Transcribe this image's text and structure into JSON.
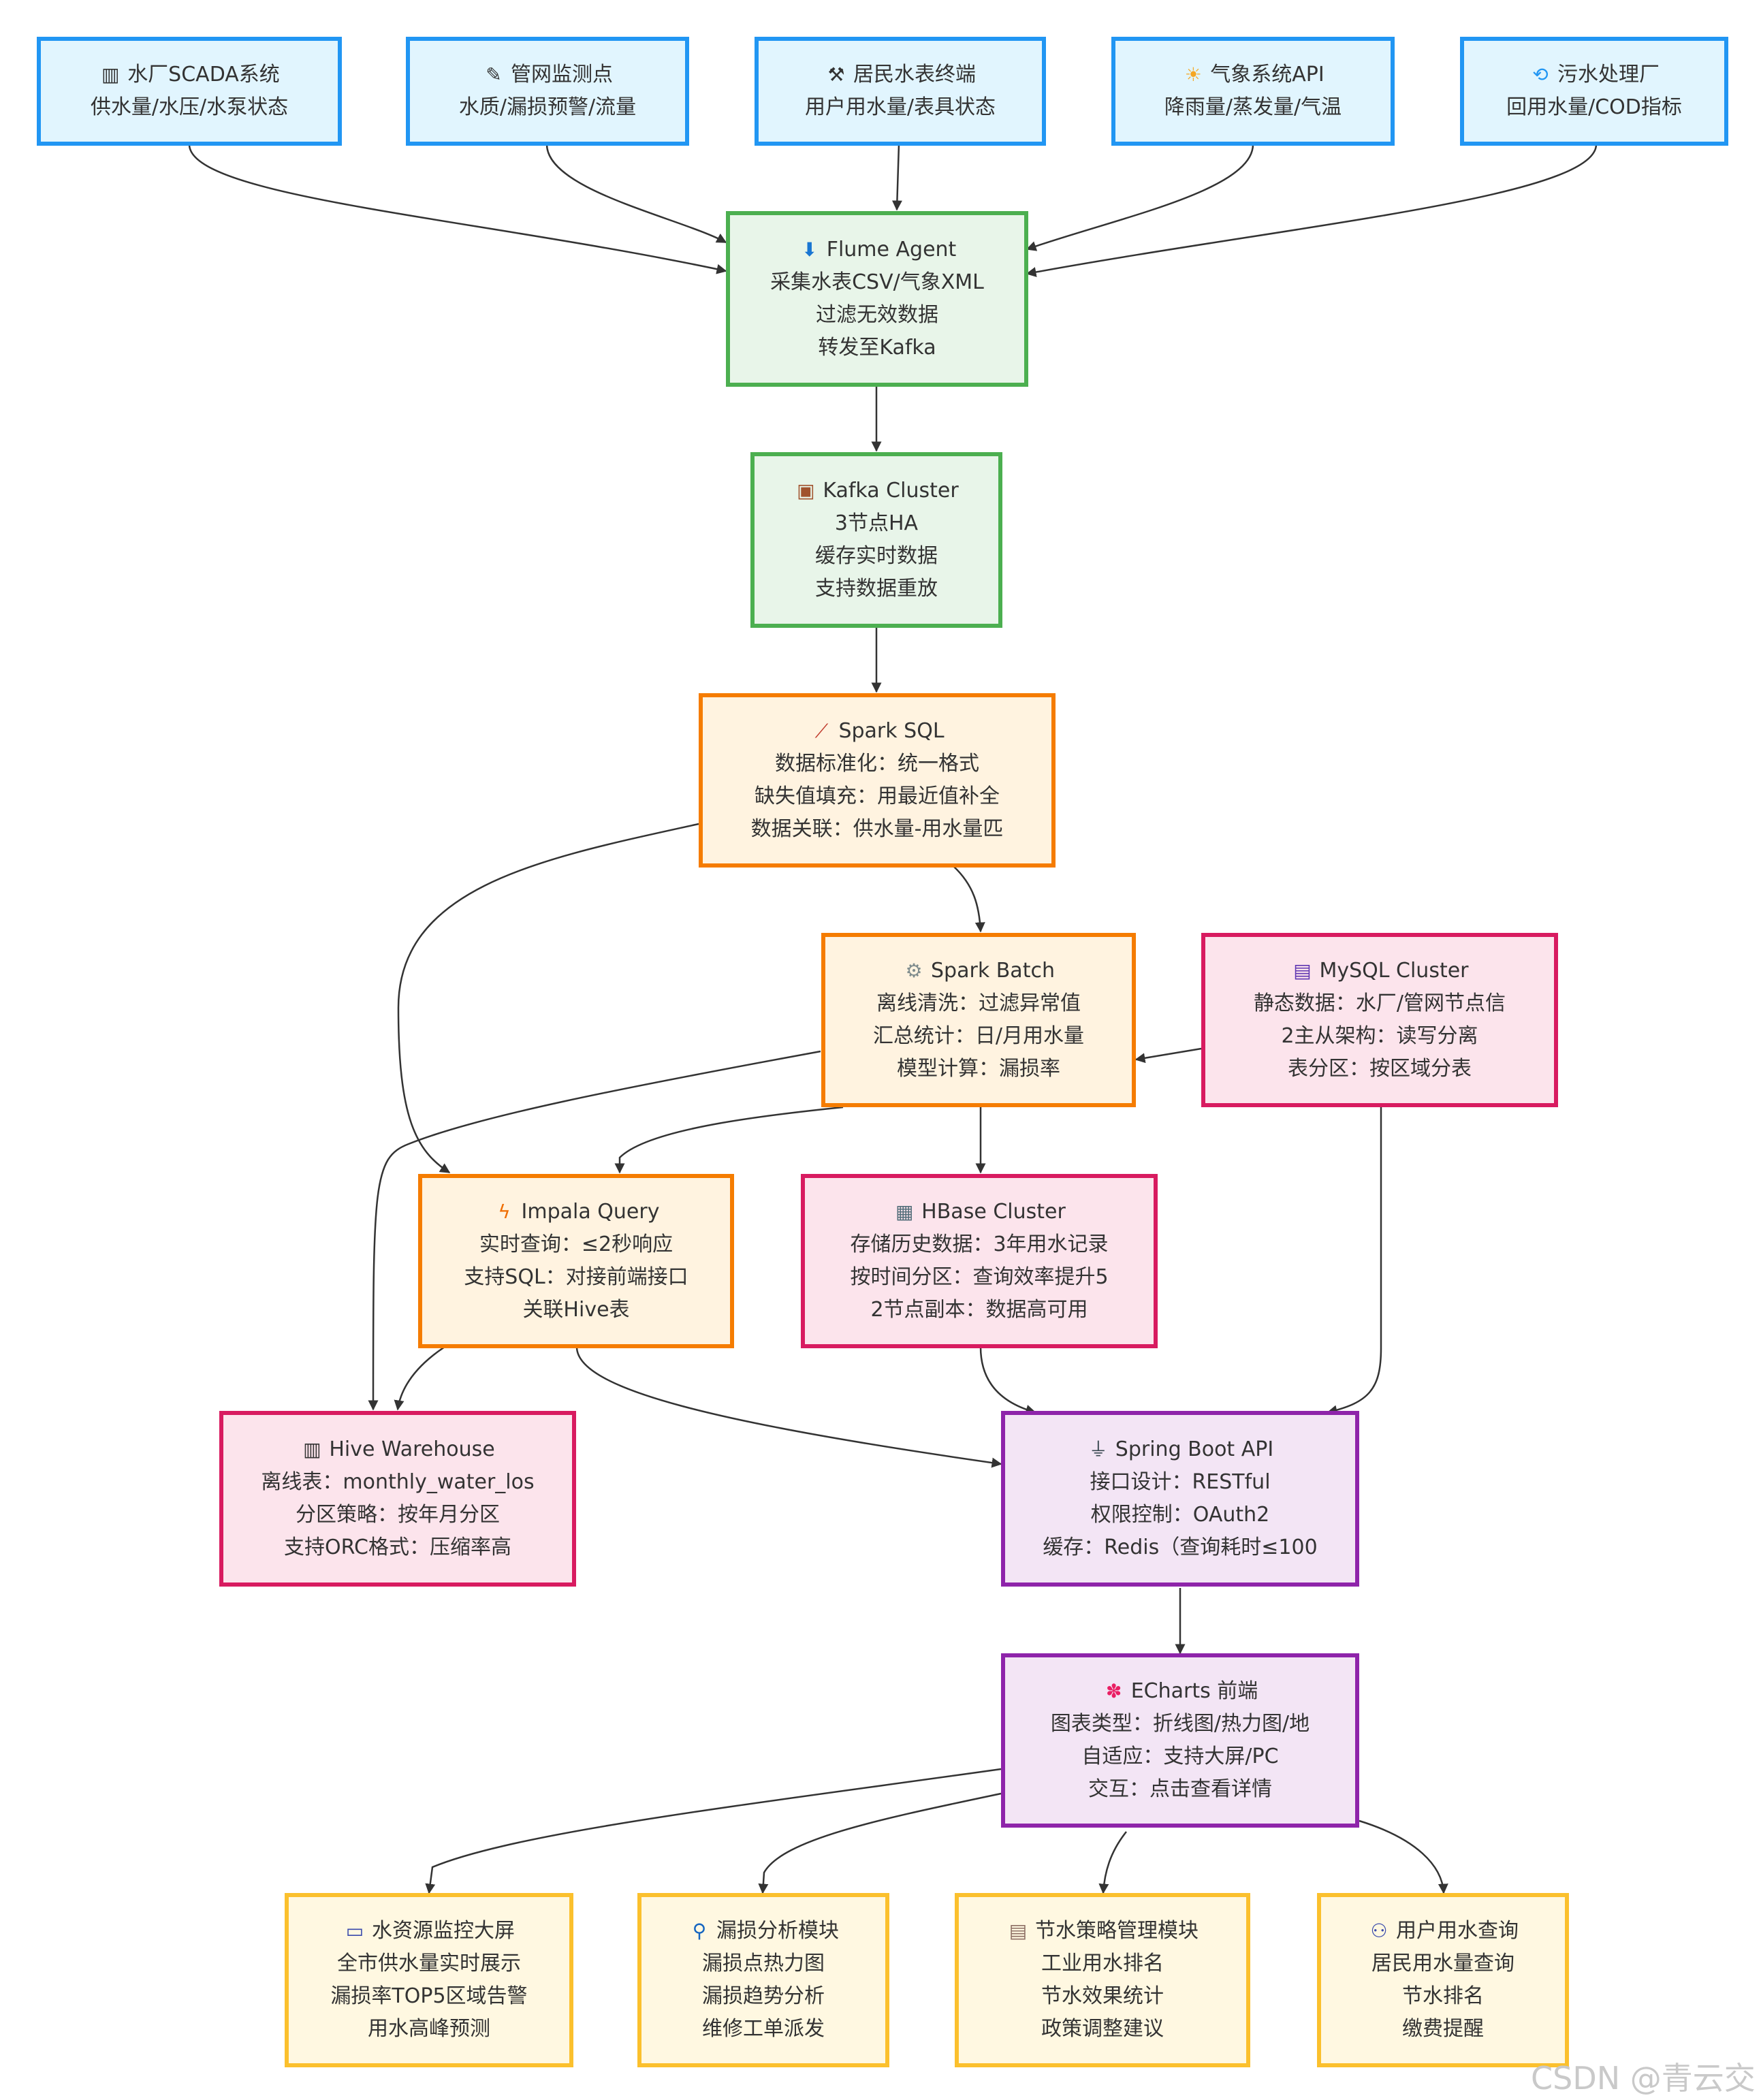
{
  "colors": {
    "source": "#2196f3",
    "ingest": "#4caf50",
    "process": "#f57c00",
    "storage": "#d81b60",
    "service": "#8e24aa",
    "app": "#fbc02d",
    "edge": "#333333"
  },
  "nodes": {
    "scada": {
      "icon": "bar-chart-icon",
      "lines": [
        "水厂SCADA系统",
        "供水量/水压/水泵状态"
      ]
    },
    "pipe": {
      "icon": "syringe-icon",
      "lines": [
        "管网监测点",
        "水质/漏损预警/流量"
      ]
    },
    "meter": {
      "icon": "wrench-icon",
      "lines": [
        "居民水表终端",
        "用户用水量/表具状态"
      ]
    },
    "weather": {
      "icon": "sun-cloud-icon",
      "lines": [
        "气象系统API",
        "降雨量/蒸发量/气温"
      ]
    },
    "sewage": {
      "icon": "recycle-icon",
      "lines": [
        "污水处理厂",
        "回用水量/COD指标"
      ]
    },
    "flume": {
      "icon": "inbox-tray-icon",
      "lines": [
        "Flume Agent",
        "采集水表CSV/气象XML",
        "过滤无效数据",
        "转发至Kafka"
      ]
    },
    "kafka": {
      "icon": "package-icon",
      "lines": [
        "Kafka Cluster",
        "3节点HA",
        "缓存实时数据",
        "支持数据重放"
      ]
    },
    "sparksql": {
      "icon": "broom-icon",
      "lines": [
        "Spark SQL",
        "数据标准化：统一格式",
        "缺失值填充：用最近值补全",
        "数据关联：供水量-用水量匹"
      ]
    },
    "batch": {
      "icon": "gear-icon",
      "lines": [
        "Spark Batch",
        "离线清洗：过滤异常值",
        "汇总统计：日/月用水量",
        "模型计算：漏损率"
      ]
    },
    "mysql": {
      "icon": "floppy-disk-icon",
      "lines": [
        "MySQL Cluster",
        "静态数据：水厂/管网节点信",
        "2主从架构：读写分离",
        "表分区：按区域分表"
      ]
    },
    "impala": {
      "icon": "lightning-icon",
      "lines": [
        "Impala Query",
        "实时查询：≤2秒响应",
        "支持SQL：对接前端接口",
        "关联Hive表"
      ]
    },
    "hbase": {
      "icon": "file-cabinet-icon",
      "lines": [
        "HBase Cluster",
        "存储历史数据：3年用水记录",
        "按时间分区：查询效率提升5",
        "2节点副本：数据高可用"
      ]
    },
    "hive": {
      "icon": "bar-chart-icon",
      "lines": [
        "Hive Warehouse",
        "离线表：monthly_water_los",
        "分区策略：按年月分区",
        "支持ORC格式：压缩率高"
      ]
    },
    "spring": {
      "icon": "plug-icon",
      "lines": [
        "Spring Boot API",
        "接口设计：RESTful",
        "权限控制：OAuth2",
        "缓存：Redis（查询耗时≤100"
      ]
    },
    "echarts": {
      "icon": "palette-icon",
      "lines": [
        "ECharts 前端",
        "图表类型：折线图/热力图/地",
        "自适应：支持大屏/PC",
        "交互：点击查看详情"
      ]
    },
    "monitor": {
      "icon": "tv-icon",
      "lines": [
        "水资源监控大屏",
        "全市供水量实时展示",
        "漏损率TOP5区域告警",
        "用水高峰预测"
      ]
    },
    "leak": {
      "icon": "magnifier-icon",
      "lines": [
        "漏损分析模块",
        "漏损点热力图",
        "漏损趋势分析",
        "维修工单派发"
      ]
    },
    "saving": {
      "icon": "clipboard-icon",
      "lines": [
        "节水策略管理模块",
        "工业用水排名",
        "节水效果统计",
        "政策调整建议"
      ]
    },
    "user": {
      "icon": "users-icon",
      "lines": [
        "用户用水查询",
        "居民用水量查询",
        "节水排名",
        "缴费提醒"
      ]
    }
  },
  "watermark": "CSDN @青云交"
}
